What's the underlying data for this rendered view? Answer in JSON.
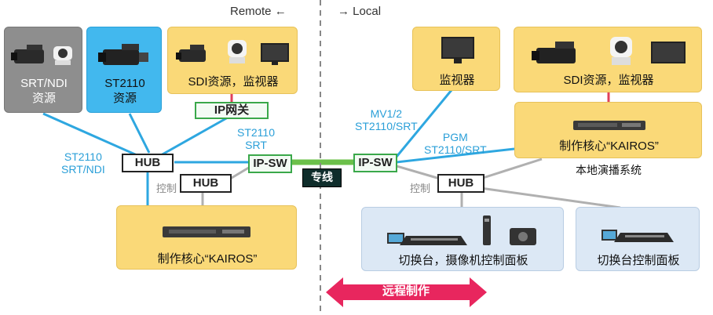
{
  "headers": {
    "remote": "Remote ←",
    "local": "→ Local"
  },
  "remote": {
    "srt_ndi_source": "SRT/NDI\n资源",
    "st2110_source": "ST2110\n资源",
    "sdi_source_monitor": "SDI资源，监视器",
    "ip_gateway": "IP网关",
    "hub_main": "HUB",
    "hub_control": "HUB",
    "ip_sw": "IP-SW",
    "kairos_core": "制作核心“KAIROS”",
    "label_st2110_srt_ndi": "ST2110\nSRT/NDI",
    "label_st2110_srt": "ST2110\nSRT",
    "label_control": "控制"
  },
  "link": {
    "dedicated_line": "专线"
  },
  "local": {
    "monitor": "监视器",
    "sdi_source_monitor": "SDI资源，监视器",
    "ip_sw": "IP-SW",
    "hub": "HUB",
    "kairos_core": "制作核心“KAIROS”",
    "local_system_caption": "本地演播系统",
    "label_mv": "MV1/2\nST2110/SRT",
    "label_pgm": "PGM\nST2110/SRT",
    "label_control": "控制",
    "switcher_camera_panel": "切换台，摄像机控制面板",
    "switcher_panel": "切换台控制面板"
  },
  "remote_production": "远程制作",
  "colors": {
    "yellow": "#fad978",
    "blue_box": "#42b8ee",
    "gray_box": "#8e8e8e",
    "line_blue": "#2ea7e0",
    "line_gray": "#b0b0b0",
    "line_red": "#e0405a",
    "line_green": "#6cc04a",
    "arrow": "#e8265e"
  }
}
